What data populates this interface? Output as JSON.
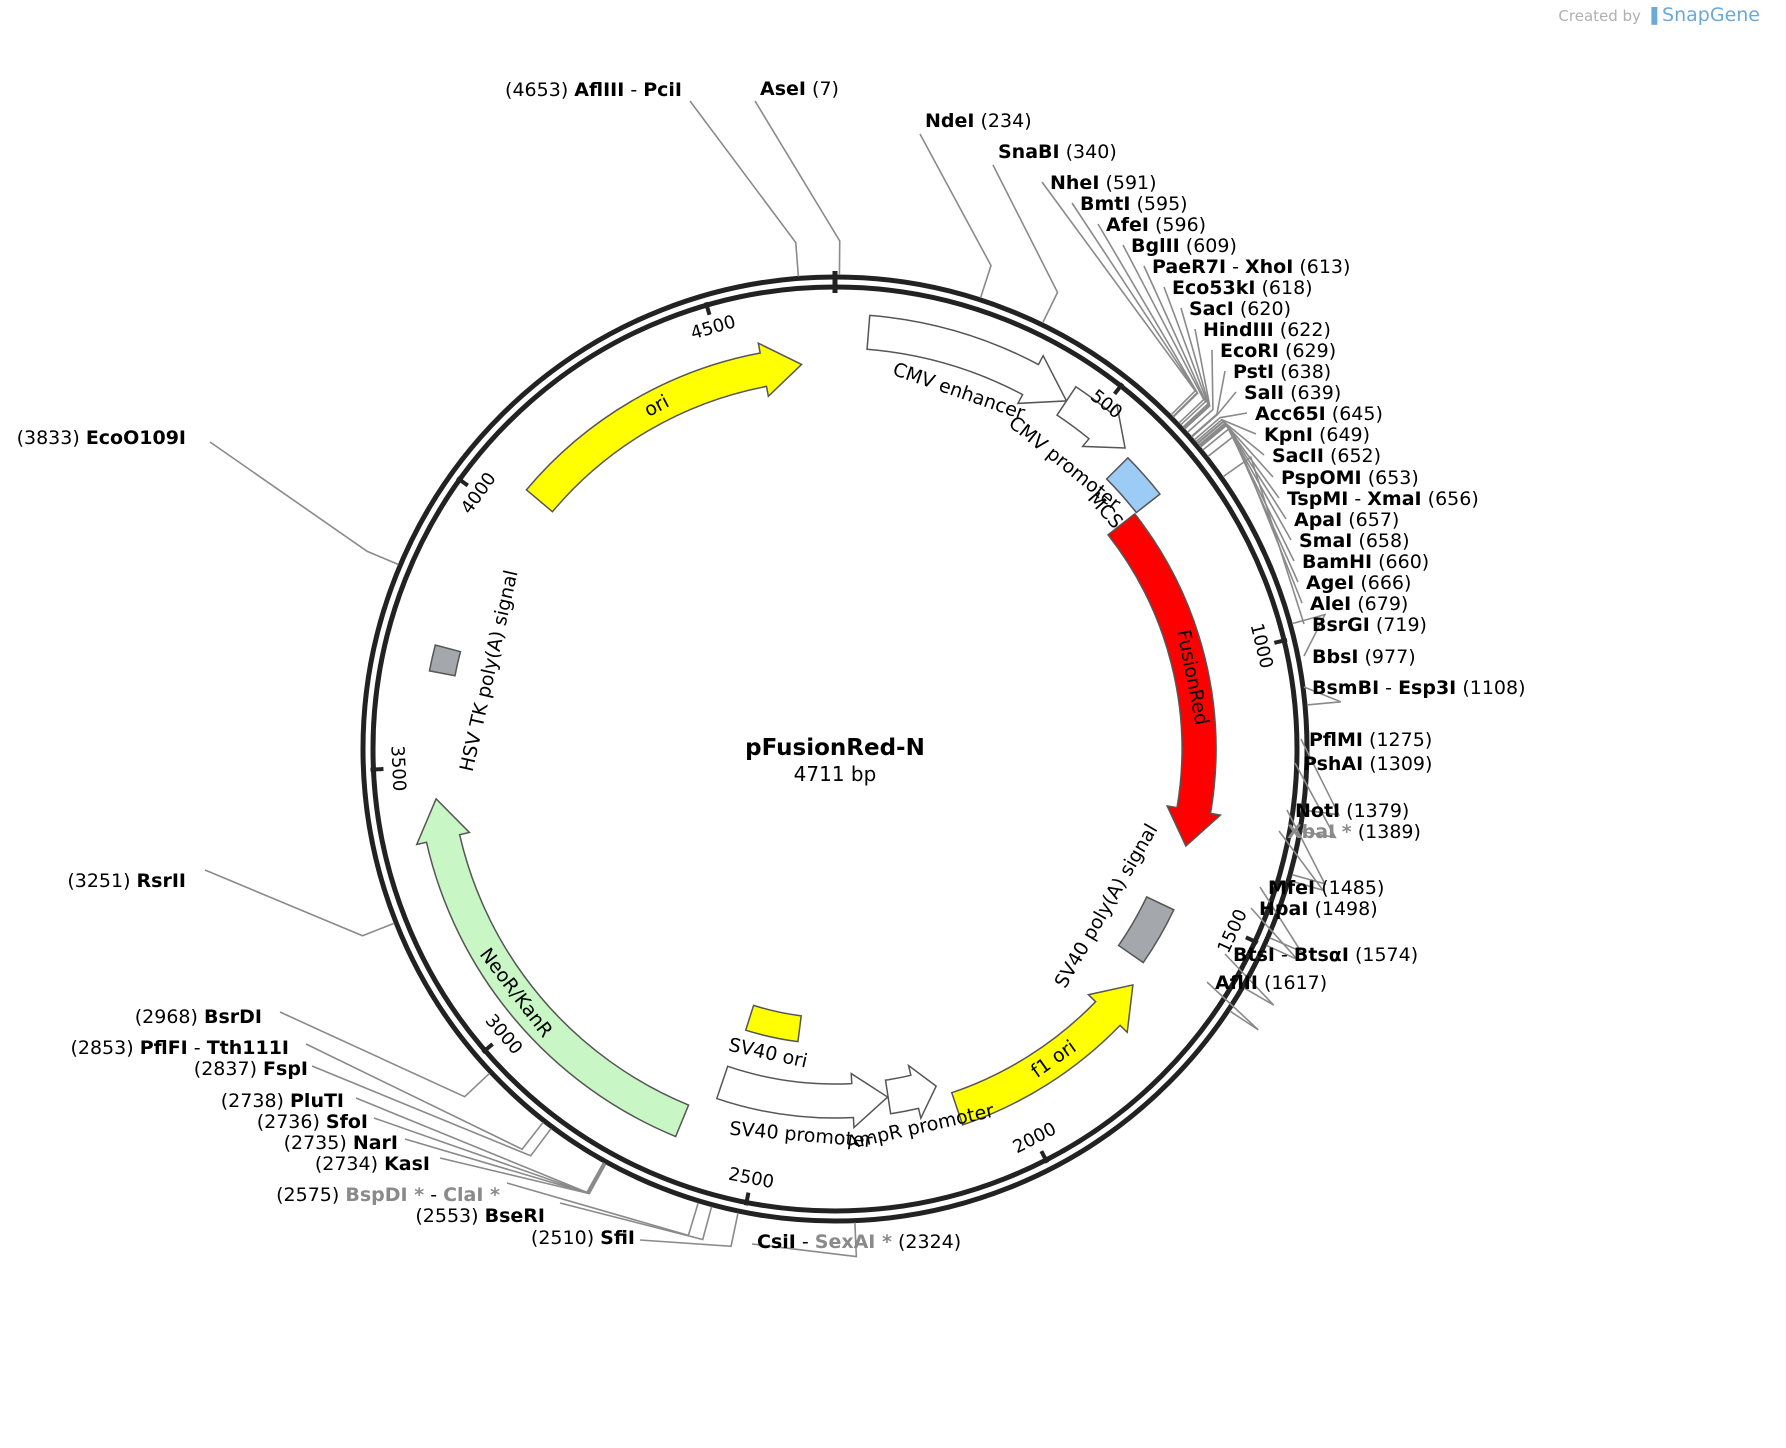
{
  "credit": {
    "prefix": "Created by",
    "brand": "SnapGene"
  },
  "plasmid": {
    "name": "pFusionRed-N",
    "length_label": "4711 bp",
    "length": 4711
  },
  "ticks": [
    {
      "value": 500,
      "label": "500"
    },
    {
      "value": 1000,
      "label": "1000"
    },
    {
      "value": 1500,
      "label": "1500"
    },
    {
      "value": 2000,
      "label": "2000"
    },
    {
      "value": 2500,
      "label": "2500"
    },
    {
      "value": 3000,
      "label": "3000"
    },
    {
      "value": 3500,
      "label": "3500"
    },
    {
      "value": 4000,
      "label": "4000"
    },
    {
      "value": 4500,
      "label": "4500"
    }
  ],
  "features": [
    {
      "name": "CMV enhancer",
      "start": 60,
      "end": 440,
      "color": "#ffffff",
      "strand": "+"
    },
    {
      "name": "CMV promoter",
      "start": 440,
      "end": 575,
      "color": "#ffffff",
      "strand": "+"
    },
    {
      "name": "MCS",
      "start": 591,
      "end": 679,
      "color": "#9ccbf5",
      "strand": "none"
    },
    {
      "name": "FusionRed",
      "start": 679,
      "end": 1380,
      "color": "#ff0000",
      "strand": "+"
    },
    {
      "name": "SV40 poly(A) signal",
      "start": 1510,
      "end": 1632,
      "color": "#a4a8ad",
      "strand": "none"
    },
    {
      "name": "f1 ori",
      "start": 1680,
      "end": 2110,
      "color": "#ffff00",
      "strand": "-"
    },
    {
      "name": "AmpR promoter",
      "start": 2137,
      "end": 2242,
      "color": "#ffffff",
      "strand": "-"
    },
    {
      "name": "SV40 promoter",
      "start": 2243,
      "end": 2600,
      "color": "#ffffff",
      "strand": "-"
    },
    {
      "name": "SV40 ori",
      "start": 2450,
      "end": 2586,
      "color": "#ffff00",
      "strand": "none"
    },
    {
      "name": "NeoR/KanR",
      "start": 2648,
      "end": 3440,
      "color": "#c8f7c5",
      "strand": "+"
    },
    {
      "name": "HSV TK poly(A) signal",
      "start": 3676,
      "end": 3724,
      "color": "#a4a8ad",
      "strand": "none"
    },
    {
      "name": "ori",
      "start": 4057,
      "end": 4646,
      "color": "#ffff00",
      "strand": "+"
    }
  ],
  "enzymes": [
    {
      "parts": [
        {
          "t": "AseI"
        }
      ],
      "pos": "(7)"
    },
    {
      "parts": [
        {
          "t": "NdeI"
        }
      ],
      "pos": "(234)"
    },
    {
      "parts": [
        {
          "t": "SnaBI"
        }
      ],
      "pos": "(340)"
    },
    {
      "parts": [
        {
          "t": "NheI"
        }
      ],
      "pos": "(591)"
    },
    {
      "parts": [
        {
          "t": "BmtI"
        }
      ],
      "pos": "(595)"
    },
    {
      "parts": [
        {
          "t": "AfeI"
        }
      ],
      "pos": "(596)"
    },
    {
      "parts": [
        {
          "t": "BglII"
        }
      ],
      "pos": "(609)"
    },
    {
      "parts": [
        {
          "t": "PaeR7I"
        },
        {
          "t": " - ",
          "plain": true
        },
        {
          "t": "XhoI"
        }
      ],
      "pos": "(613)"
    },
    {
      "parts": [
        {
          "t": "Eco53kI"
        }
      ],
      "pos": "(618)"
    },
    {
      "parts": [
        {
          "t": "SacI"
        }
      ],
      "pos": "(620)"
    },
    {
      "parts": [
        {
          "t": "HindIII"
        }
      ],
      "pos": "(622)"
    },
    {
      "parts": [
        {
          "t": "EcoRI"
        }
      ],
      "pos": "(629)"
    },
    {
      "parts": [
        {
          "t": "PstI"
        }
      ],
      "pos": "(638)"
    },
    {
      "parts": [
        {
          "t": "SalI"
        }
      ],
      "pos": "(639)"
    },
    {
      "parts": [
        {
          "t": "Acc65I"
        }
      ],
      "pos": "(645)"
    },
    {
      "parts": [
        {
          "t": "KpnI"
        }
      ],
      "pos": "(649)"
    },
    {
      "parts": [
        {
          "t": "SacII"
        }
      ],
      "pos": "(652)"
    },
    {
      "parts": [
        {
          "t": "PspOMI"
        }
      ],
      "pos": "(653)"
    },
    {
      "parts": [
        {
          "t": "TspMI"
        },
        {
          "t": " - ",
          "plain": true
        },
        {
          "t": "XmaI"
        }
      ],
      "pos": "(656)"
    },
    {
      "parts": [
        {
          "t": "ApaI"
        }
      ],
      "pos": "(657)"
    },
    {
      "parts": [
        {
          "t": "SmaI"
        }
      ],
      "pos": "(658)"
    },
    {
      "parts": [
        {
          "t": "BamHI"
        }
      ],
      "pos": "(660)"
    },
    {
      "parts": [
        {
          "t": "AgeI"
        }
      ],
      "pos": "(666)"
    },
    {
      "parts": [
        {
          "t": "AleI"
        }
      ],
      "pos": "(679)"
    },
    {
      "parts": [
        {
          "t": "BsrGI"
        }
      ],
      "pos": "(719)"
    },
    {
      "parts": [
        {
          "t": "BbsI"
        }
      ],
      "pos": "(977)"
    },
    {
      "parts": [
        {
          "t": "BsmBI"
        },
        {
          "t": " - ",
          "plain": true
        },
        {
          "t": "Esp3I"
        }
      ],
      "pos": "(1108)"
    },
    {
      "parts": [
        {
          "t": "PflMI"
        }
      ],
      "pos": "(1275)"
    },
    {
      "parts": [
        {
          "t": "PshAI"
        }
      ],
      "pos": "(1309)"
    },
    {
      "parts": [
        {
          "t": "NotI"
        }
      ],
      "pos": "(1379)"
    },
    {
      "parts": [
        {
          "t": "XbaI *",
          "gray": true
        }
      ],
      "pos": "(1389)"
    },
    {
      "parts": [
        {
          "t": "MfeI"
        }
      ],
      "pos": "(1485)"
    },
    {
      "parts": [
        {
          "t": "HpaI"
        }
      ],
      "pos": "(1498)"
    },
    {
      "parts": [
        {
          "t": "BtsI"
        },
        {
          "t": " - ",
          "plain": true
        },
        {
          "t": "BtsαI"
        }
      ],
      "pos": "(1574)"
    },
    {
      "parts": [
        {
          "t": "AflII"
        }
      ],
      "pos": "(1617)"
    },
    {
      "parts": [
        {
          "t": "CsiI"
        },
        {
          "t": " - ",
          "plain": true
        },
        {
          "t": "SexAI *",
          "gray": true
        }
      ],
      "pos": "(2324)"
    },
    {
      "parts": [
        {
          "t": "SfiI"
        }
      ],
      "pos": "(2510)"
    },
    {
      "parts": [
        {
          "t": "BseRI"
        }
      ],
      "pos": "(2553)"
    },
    {
      "parts": [
        {
          "t": "BspDI *",
          "gray": true
        },
        {
          "t": " - ",
          "plain": true
        },
        {
          "t": "ClaI *",
          "gray": true
        }
      ],
      "pos": "(2575)"
    },
    {
      "parts": [
        {
          "t": "KasI"
        }
      ],
      "pos": "(2734)"
    },
    {
      "parts": [
        {
          "t": "NarI"
        }
      ],
      "pos": "(2735)"
    },
    {
      "parts": [
        {
          "t": "SfoI"
        }
      ],
      "pos": "(2736)"
    },
    {
      "parts": [
        {
          "t": "PluTI"
        }
      ],
      "pos": "(2738)"
    },
    {
      "parts": [
        {
          "t": "FspI"
        }
      ],
      "pos": "(2837)"
    },
    {
      "parts": [
        {
          "t": "PflFI"
        },
        {
          "t": " - ",
          "plain": true
        },
        {
          "t": "Tth111I"
        }
      ],
      "pos": "(2853)"
    },
    {
      "parts": [
        {
          "t": "BsrDI"
        }
      ],
      "pos": "(2968)"
    },
    {
      "parts": [
        {
          "t": "RsrII"
        }
      ],
      "pos": "(3251)"
    },
    {
      "parts": [
        {
          "t": "EcoO109I"
        }
      ],
      "pos": "(3833)"
    },
    {
      "parts": [
        {
          "t": "AflIII"
        },
        {
          "t": " - ",
          "plain": true
        },
        {
          "t": "PciI"
        }
      ],
      "pos": "(4653)"
    }
  ]
}
